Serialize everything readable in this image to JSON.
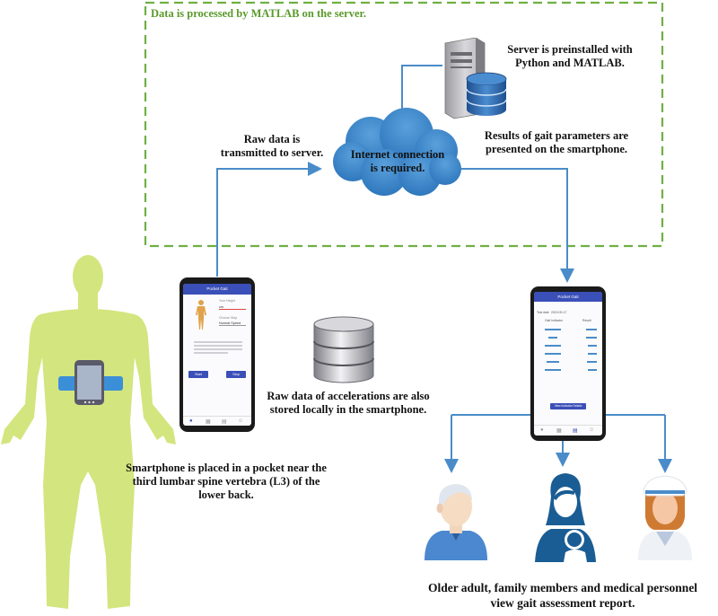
{
  "boundary_label": "Data is processed by MATLAB on the server.",
  "server_label": [
    "Server is preinstalled with",
    "Python and MATLAB."
  ],
  "cloud_label": [
    "Internet connection",
    "is required."
  ],
  "raw_data_label": [
    "Raw data is",
    "transmitted to server."
  ],
  "results_label": [
    "Results of gait parameters are",
    "presented on the smartphone."
  ],
  "local_storage_label": [
    "Raw data of accelerations are  also",
    "stored locally in the smartphone."
  ],
  "placement_label": [
    "Smartphone is placed in a pocket near the",
    "third lumbar spine vertebra (L3) of the",
    "lower back."
  ],
  "viewers_label": [
    "Older adult, family members and medical personnel",
    "view gait assessment report."
  ],
  "phone_left": {
    "title": "Pocket Gait",
    "field_label": "Your Height",
    "field_value": "cm",
    "select_label": "Choose Step",
    "select_value": "Normal Speed",
    "start_button": "Start",
    "stop_button": "Stop"
  },
  "phone_right": {
    "title": "Pocket Gait",
    "test_date_label": "Test date",
    "test_date_value": "2019-09-17",
    "col_indicator": "Gait Indicator",
    "col_result": "Result",
    "report_button": "View Indicator Details"
  },
  "colors": {
    "arrow": "#4a8cc9",
    "dash": "#6fb043",
    "body": "#cfe37a",
    "cloud": "#3d86c6",
    "phone_header": "#3b4fb8"
  }
}
